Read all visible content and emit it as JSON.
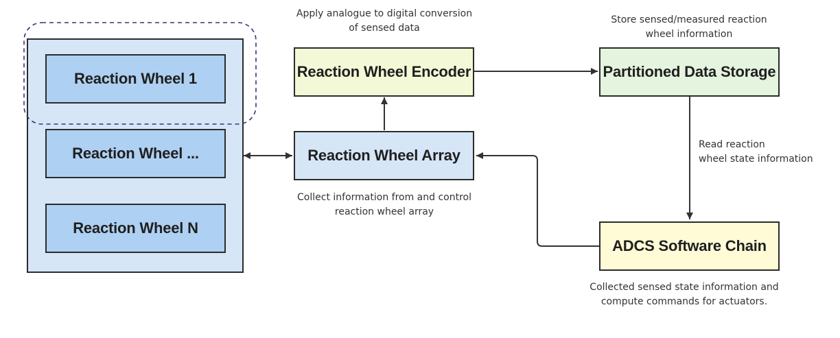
{
  "colors": {
    "container_fill": "#d6e6f7",
    "wheel_fill": "#aed0f2",
    "array_fill": "#d6e6f7",
    "encoder_fill": "#f3f9d6",
    "storage_fill": "#e4f4de",
    "adcs_fill": "#fefbd6",
    "stroke": "#2b2b2b",
    "group_outline": "#33337a"
  },
  "nodes": {
    "wheel_1": "Reaction Wheel 1",
    "wheel_dots": "Reaction Wheel ...",
    "wheel_n": "Reaction Wheel N",
    "array": "Reaction Wheel Array",
    "encoder": "Reaction Wheel Encoder",
    "storage": "Partitioned Data Storage",
    "adcs": "ADCS Software Chain"
  },
  "annotations": {
    "encoder_note": [
      "Apply analogue to digital conversion",
      "of sensed data"
    ],
    "storage_note": [
      "Store sensed/measured reaction",
      "wheel information"
    ],
    "read_note": [
      "Read reaction",
      "wheel state information"
    ],
    "array_note": [
      "Collect information from and control",
      "reaction wheel array"
    ],
    "adcs_note": [
      "Collected sensed state information and",
      "compute commands for actuators."
    ]
  }
}
